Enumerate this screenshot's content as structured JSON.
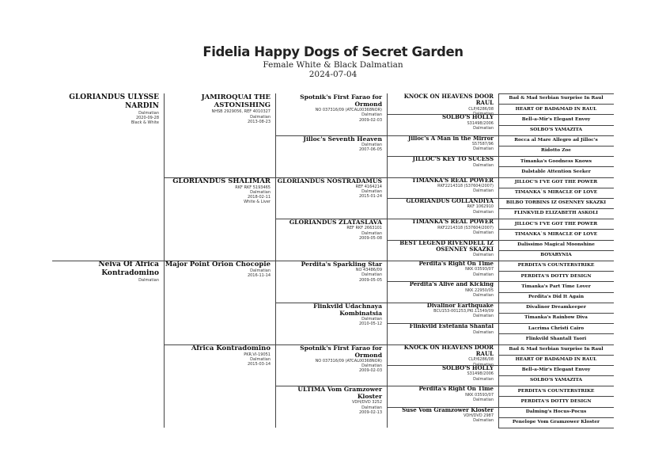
{
  "header": {
    "title": "Fidelia Happy Dogs of Secret Garden",
    "subtitle": "Female White & Black Dalmatian",
    "date": "2024-07-04"
  },
  "pedigree": {
    "g1": [
      {
        "name": "GLORIANDUS ULYSSE NARDIN",
        "reg": "",
        "breed": "Dalmatian",
        "born": "2020-09-28",
        "color": "Black & White"
      },
      {
        "name": "Neiva Of Africa Kontradomino",
        "reg": "",
        "breed": "Dalmatian",
        "born": "",
        "color": ""
      }
    ],
    "g2": [
      {
        "name": "JAMIROQUAI THE ASTONISHING",
        "reg": "NHSB 2929056, REF 4010327",
        "breed": "Dalmatian",
        "born": "2013-08-23",
        "color": ""
      },
      {
        "name": "GLORIANDUS SHALIMAR",
        "reg": "RKF RKF 5193465",
        "breed": "Dalmatian",
        "born": "2018-02-11",
        "color": "White & Liver"
      },
      {
        "name": "Major Point Orion Chocopie",
        "reg": "",
        "breed": "Dalmatian",
        "born": "2016-11-14",
        "color": ""
      },
      {
        "name": "Africa Kontradomino",
        "reg": "PKR.VI-19051",
        "breed": "Dalmatian",
        "born": "2015-03-14",
        "color": ""
      }
    ],
    "g3": [
      {
        "name": "Spotnik's First Farao for Ormond",
        "reg": "NO 037316/09 (ATCAL00368NOR)",
        "breed": "Dalmatian",
        "born": "2009-02-03"
      },
      {
        "name": "Jilloc's Seventh Heaven",
        "reg": "",
        "breed": "Dalmatian",
        "born": "2007-06-05"
      },
      {
        "name": "GLORIANDUS NOSTRADAMUS",
        "reg": "REF 4164214",
        "breed": "Dalmatian",
        "born": "2015-01-24"
      },
      {
        "name": "GLORIANDUS ZLATASLAVA",
        "reg": "REF RKF 2663101",
        "breed": "Dalmatian",
        "born": "2009-05-08"
      },
      {
        "name": "Perdita's Sparkling Star",
        "reg": "NO 43486/09",
        "breed": "Dalmatian",
        "born": "2009-05-05"
      },
      {
        "name": "Flinkvild Udachnaya Kombinatsia",
        "reg": "",
        "breed": "Dalmatian",
        "born": "2010-05-12"
      },
      {
        "name": "Spotnik's First Farao for Ormond",
        "reg": "NO 037316/09 (ATCAL00368NOR)",
        "breed": "Dalmatian",
        "born": "2009-02-03"
      },
      {
        "name": "ULTIMA Vom Gramzower Kloster",
        "reg": "VDH/DVD 3252",
        "breed": "Dalmatian",
        "born": "2009-02-13"
      }
    ],
    "g4": [
      {
        "name": "KNOCK ON HEAVENS DOOR RAUL",
        "reg": "CLP/6286/08",
        "breed": "Dalmatian"
      },
      {
        "name": "SOLBO'S HOLLY",
        "reg": "S31498/2006",
        "breed": "Dalmatian"
      },
      {
        "name": "Jilloc's A Man in the Mirror",
        "reg": "S57587/96",
        "breed": "Dalmatian"
      },
      {
        "name": "JILLOC'S KEY TO SUCESS",
        "reg": "",
        "breed": "Dalmatian"
      },
      {
        "name": "TIMANKA'S REAL POWER",
        "reg": "RKF2214318 (S37604/2007)",
        "breed": "Dalmatian"
      },
      {
        "name": "GLORIANDUS GOLLANDIYA",
        "reg": "RKF 1062910",
        "breed": "Dalmatian"
      },
      {
        "name": "TIMANKA'S REAL POWER",
        "reg": "RKF2214318 (S37604/2007)",
        "breed": "Dalmatian"
      },
      {
        "name": "BEST LEGEND RIVENDELL IZ OSENNEY SKAZKI",
        "reg": "",
        "breed": "Dalmatian"
      },
      {
        "name": "Perdita's Right On Time",
        "reg": "NKK 03593/07",
        "breed": "Dalmatian"
      },
      {
        "name": "Perdita's Alive and Kicking",
        "reg": "NKK 22950/05",
        "breed": "Dalmatian"
      },
      {
        "name": "Divalinor Earthquake",
        "reg": "BCU153-001253,PKI.11549/09",
        "breed": "Dalmatian"
      },
      {
        "name": "Flinkvild Estefania Shantal",
        "reg": "",
        "breed": "Dalmatian"
      },
      {
        "name": "KNOCK ON HEAVENS DOOR RAUL",
        "reg": "CLP/6286/08",
        "breed": "Dalmatian"
      },
      {
        "name": "SOLBO'S HOLLY",
        "reg": "S31498/2006",
        "breed": "Dalmatian"
      },
      {
        "name": "Perdita's Right On Time",
        "reg": "NKK 03593/07",
        "breed": "Dalmatian"
      },
      {
        "name": "Suse Vom Gramzower Kloster",
        "reg": "VDH/DVD 2987",
        "breed": "Dalmatian"
      }
    ],
    "g5": [
      "Bad & Mad Serbian Surprise In Raul",
      "HEART OF BAD&MAD IN RAUL",
      "Bell-a-Mir's Elegant Envoy",
      "SOLBO'S YAMAZITA",
      "Rocca al Mare Allegro ad Jilloc's",
      "Ridotto Zoe",
      "Timanka's Goodness Knows",
      "Dalstable Attention Seeker",
      "JILLOC'S I'VE GOT THE POWER",
      "TIMANKA`S MIRACLE OF LOVE",
      "BILBO TORBINS IZ OSENNEY SKAZKI",
      "FLINKVILD ELIZABETH ASKOLI",
      "JILLOC'S I'VE GOT THE POWER",
      "TIMANKA`S MIRACLE OF LOVE",
      "Dalissimo Magical Moonshine",
      "BOYARYNIA",
      "PERDITA'S COUNTERSTRIKE",
      "PERDITA'S DOTTY DESIGN",
      "Timanka's Part Time Lover",
      "Perdita's Did It Again",
      "Divalinor Dreamkeeper",
      "Timanka's Rainbow Diva",
      "Lacrima Christi Cairo",
      "Flinkvild Shantall Taori",
      "Bad & Mad Serbian Surprise In Raul",
      "HEART OF BAD&MAD IN RAUL",
      "Bell-a-Mir's Elegant Envoy",
      "SOLBO'S YAMAZITA",
      "PERDITA'S COUNTERSTRIKE",
      "PERDITA'S DOTTY DESIGN",
      "Dalming's Hocus-Pocus",
      "Penelope Vom Gramzower Kloster"
    ]
  }
}
